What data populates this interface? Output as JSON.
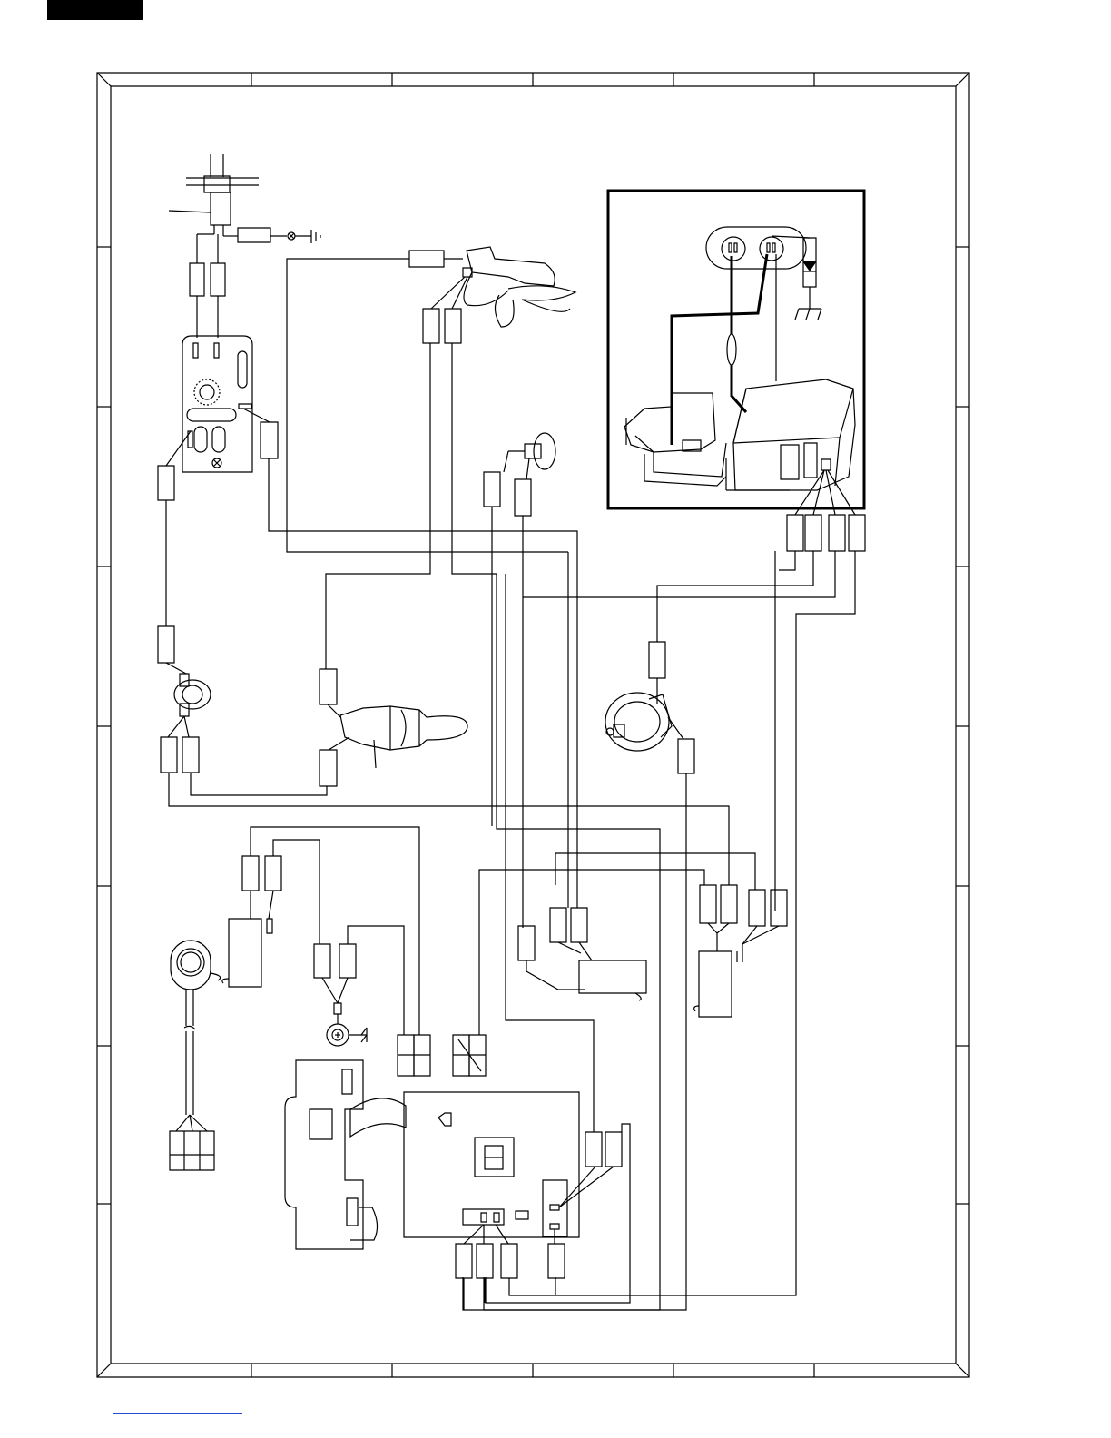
{
  "page": {
    "header_tab_color": "#000000",
    "footer_rule_color": "#2a4bd7",
    "line_color": "#000000",
    "background": "#ffffff"
  },
  "diagram": {
    "type": "wiring-diagram",
    "text_labels": [],
    "components": [
      "power-cord-plug",
      "noise-filter-block",
      "monitor-fuse",
      "cooling-fan-motor",
      "thermal-cut-out-top",
      "thermal-cut-out-left",
      "oven-lamp",
      "turntable-motor",
      "high-voltage-section",
      "magnetron",
      "high-voltage-transformer",
      "high-voltage-capacitor",
      "high-voltage-rectifier",
      "door-switch-left",
      "door-sensing-switch",
      "monitor-switch",
      "ground-terminal",
      "door-switch-right",
      "touch-control-panel",
      "control-unit-board",
      "humidity-sensor",
      "relay-connectors"
    ]
  }
}
